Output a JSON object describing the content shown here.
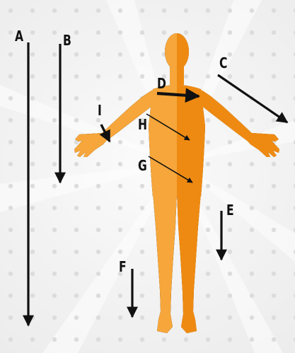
{
  "colors": {
    "body_light": "#f6a63a",
    "body_dark": "#ee8a12",
    "arrow": "#111111",
    "dots": "#dedede"
  },
  "labels": {
    "a": "A",
    "b": "B",
    "c": "C",
    "d": "D",
    "e": "E",
    "f": "F",
    "g": "G",
    "h": "H",
    "i": "I"
  }
}
